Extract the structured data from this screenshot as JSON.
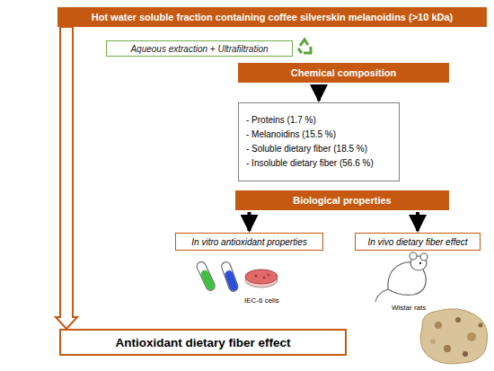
{
  "diagram": {
    "nodes": [
      {
        "text": [
          "Hot water soluble fraction containing coffee silverskin melanoidins (>10 kDa)"
        ]
      },
      {
        "text": [
          "Aqueous extraction + Ultrafiltration"
        ]
      },
      {
        "text": [
          "Chemical composition"
        ]
      },
      {
        "text": [
          "- Proteins (1.7 %)",
          "- Melanoidins (15.5 %)",
          "- Soluble dietary fiber (18.5 %)",
          "- Insoluble dietary fiber (56.6 %)"
        ]
      },
      {
        "text": [
          "Biological properties"
        ]
      },
      {
        "text": [
          "In vitro antioxidant properties"
        ]
      },
      {
        "text": [
          "In vivo dietary fiber effect"
        ]
      },
      {
        "text": [
          "Antioxidant dietary fiber effect"
        ]
      }
    ],
    "edges": [
      {
        "from": 0,
        "to": 7,
        "arrow": "to"
      },
      {
        "from": 2,
        "to": 3,
        "arrow": "to"
      },
      {
        "from": 4,
        "to": 5,
        "arrow": "to"
      },
      {
        "from": 4,
        "to": 6,
        "arrow": "to"
      }
    ],
    "labels": [
      "IEC-6 cells",
      "Wistar rats"
    ]
  }
}
